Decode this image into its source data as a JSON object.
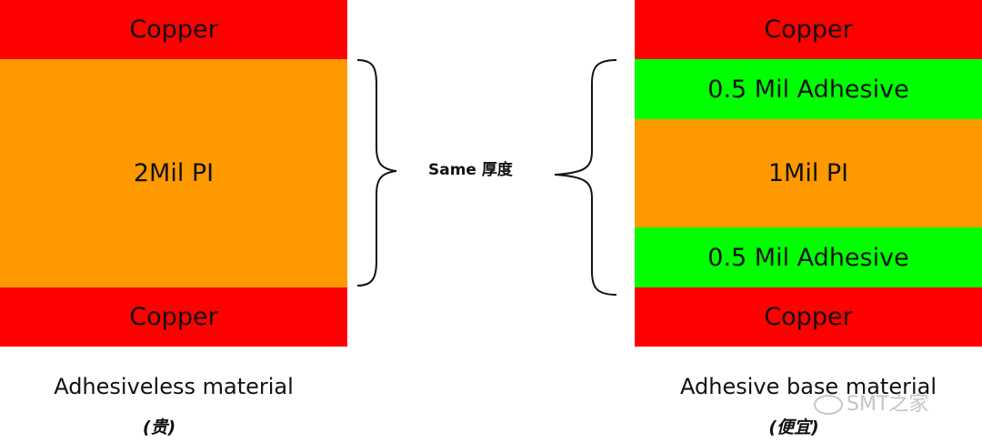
{
  "colors": {
    "copper": "#ff0000",
    "pi": "#ff9900",
    "adhesive": "#00ff00"
  },
  "left_stack": {
    "layers": [
      {
        "label": "Copper",
        "type": "copper"
      },
      {
        "label": "2Mil PI",
        "type": "pi"
      },
      {
        "label": "Copper",
        "type": "copper"
      }
    ],
    "caption": "Adhesiveless material",
    "subcaption": "(贵)"
  },
  "right_stack": {
    "layers": [
      {
        "label": "Copper",
        "type": "copper"
      },
      {
        "label": "0.5 Mil Adhesive",
        "type": "adhesive"
      },
      {
        "label": "1Mil PI",
        "type": "pi"
      },
      {
        "label": "0.5 Mil Adhesive",
        "type": "adhesive"
      },
      {
        "label": "Copper",
        "type": "copper"
      }
    ],
    "caption": "Adhesive base material",
    "subcaption": "(便宜)"
  },
  "middle_label": "Same 厚度",
  "watermark": "SMT之家"
}
